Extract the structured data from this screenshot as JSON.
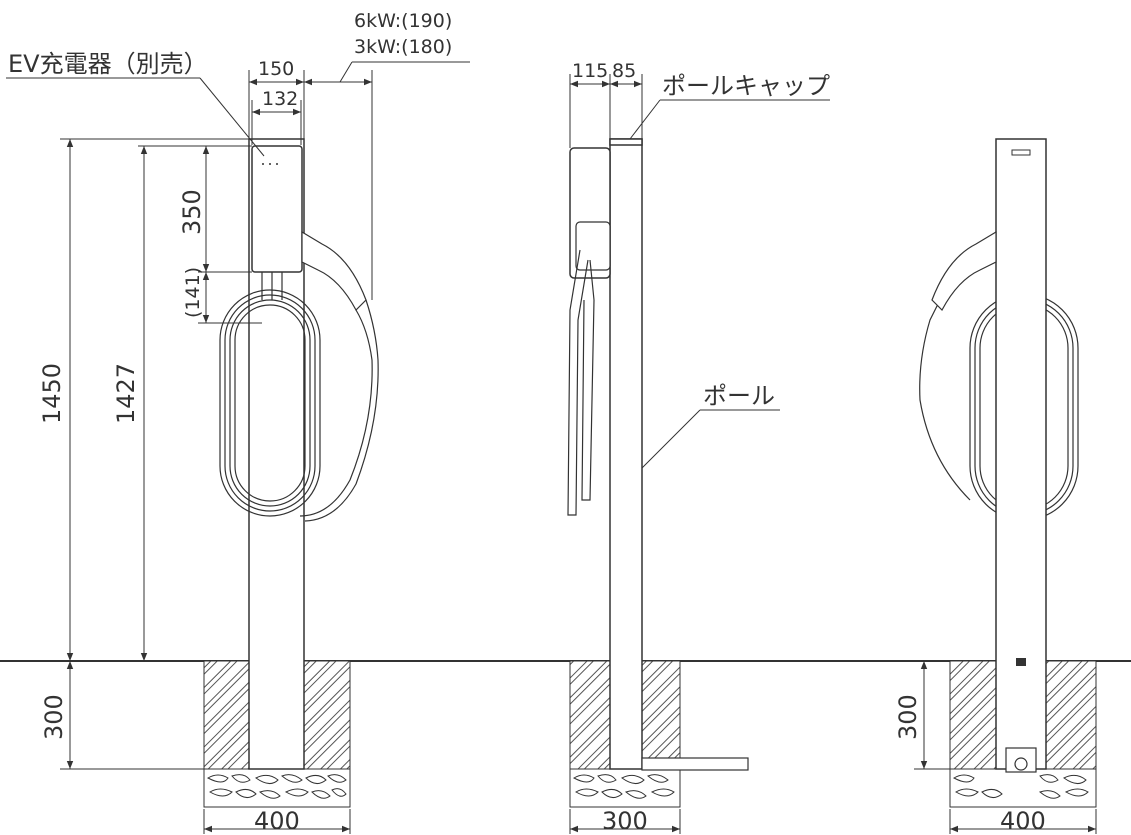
{
  "colors": {
    "line": "#333333",
    "hatch": "#555555",
    "background": "#ffffff"
  },
  "labels": {
    "ev_charger": "EV充電器（別売）",
    "pole_cap": "ポールキャップ",
    "pole": "ポール",
    "cable_6kw": "6kW:(190)",
    "cable_3kw": "3kW:(180)"
  },
  "dimensions": {
    "width_150": "150",
    "width_132": "132",
    "height_350": "350",
    "height_141": "(141)",
    "height_1450": "1450",
    "height_1427": "1427",
    "depth_300_left": "300",
    "width_400_left": "400",
    "side_115": "115",
    "side_85": "85",
    "width_300_mid": "300",
    "depth_300_right": "300",
    "width_400_right": "400"
  }
}
